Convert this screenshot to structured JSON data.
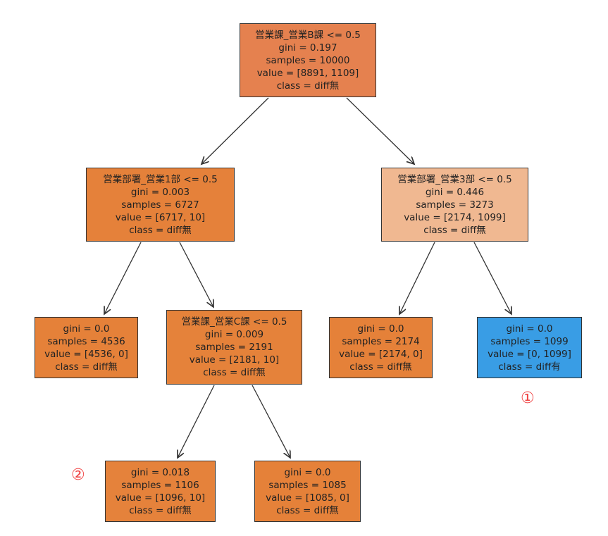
{
  "tree": {
    "nodes": [
      {
        "id": "root",
        "lines": [
          "営業課_営業B課 <= 0.5",
          "gini = 0.197",
          "samples = 10000",
          "value = [8891, 1109]",
          "class = diff無"
        ],
        "color": "#e5814f"
      },
      {
        "id": "n1",
        "lines": [
          "営業部署_営業1部 <= 0.5",
          "gini = 0.003",
          "samples = 6727",
          "value = [6717, 10]",
          "class = diff無"
        ],
        "color": "#e5813a"
      },
      {
        "id": "n2",
        "lines": [
          "営業部署_営業3部 <= 0.5",
          "gini = 0.446",
          "samples = 3273",
          "value = [2174, 1099]",
          "class = diff無"
        ],
        "color": "#f0b891"
      },
      {
        "id": "n3",
        "lines": [
          "gini = 0.0",
          "samples = 4536",
          "value = [4536, 0]",
          "class = diff無"
        ],
        "color": "#e58139"
      },
      {
        "id": "n4",
        "lines": [
          "営業課_営業C課 <= 0.5",
          "gini = 0.009",
          "samples = 2191",
          "value = [2181, 10]",
          "class = diff無"
        ],
        "color": "#e5823a"
      },
      {
        "id": "n5",
        "lines": [
          "gini = 0.0",
          "samples = 2174",
          "value = [2174, 0]",
          "class = diff無"
        ],
        "color": "#e58139"
      },
      {
        "id": "n6",
        "lines": [
          "gini = 0.0",
          "samples = 1099",
          "value = [0, 1099]",
          "class = diff有"
        ],
        "color": "#399de5"
      },
      {
        "id": "n7",
        "lines": [
          "gini = 0.018",
          "samples = 1106",
          "value = [1096, 10]",
          "class = diff無"
        ],
        "color": "#e5823b"
      },
      {
        "id": "n8",
        "lines": [
          "gini = 0.0",
          "samples = 1085",
          "value = [1085, 0]",
          "class = diff無"
        ],
        "color": "#e58139"
      }
    ],
    "edges": [
      [
        "root",
        "n1"
      ],
      [
        "root",
        "n2"
      ],
      [
        "n1",
        "n3"
      ],
      [
        "n1",
        "n4"
      ],
      [
        "n2",
        "n5"
      ],
      [
        "n2",
        "n6"
      ],
      [
        "n4",
        "n7"
      ],
      [
        "n4",
        "n8"
      ]
    ]
  },
  "annotations": {
    "mark1": "①",
    "mark2": "②",
    "color": "#f04040"
  }
}
